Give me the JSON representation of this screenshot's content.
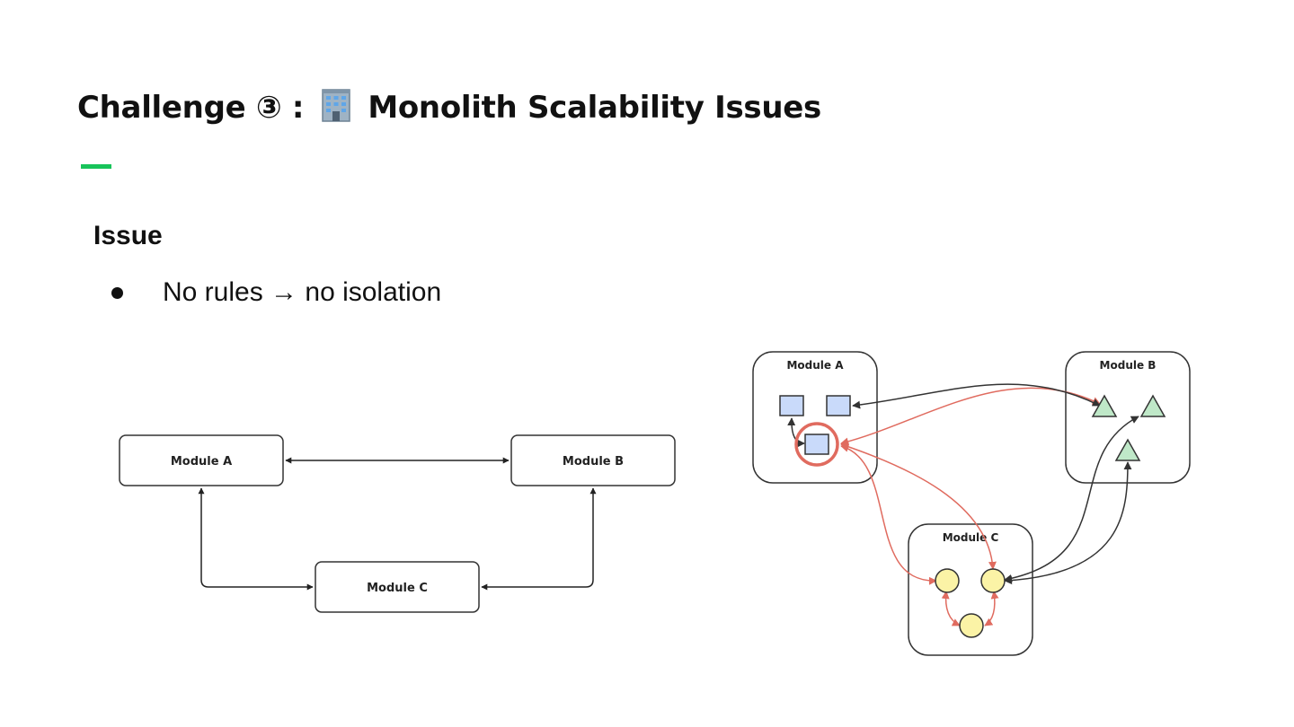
{
  "slide": {
    "title_prefix": "Challenge ③ :",
    "title_icon": "office-building-icon",
    "title_text": "Monolith Scalability Issues",
    "accent_color": "#18c45a",
    "section_heading": "Issue",
    "bullets": [
      "No rules → no isolation"
    ]
  },
  "diagrams": {
    "simple": {
      "module_a": "Module A",
      "module_b": "Module B",
      "module_c": "Module C",
      "edges": [
        {
          "from": "Module A",
          "to": "Module B",
          "direction": "both"
        },
        {
          "from": "Module A",
          "to": "Module C",
          "direction": "both"
        },
        {
          "from": "Module B",
          "to": "Module C",
          "direction": "both"
        }
      ]
    },
    "tangled": {
      "module_a": "Module A",
      "module_b": "Module B",
      "module_c": "Module C",
      "colors": {
        "module_a_fill": "#c9dafa",
        "module_b_fill": "#bfe8c8",
        "module_c_fill": "#fbf3a6",
        "problem_color": "#e06b5f",
        "normal_color": "#333333"
      }
    }
  }
}
